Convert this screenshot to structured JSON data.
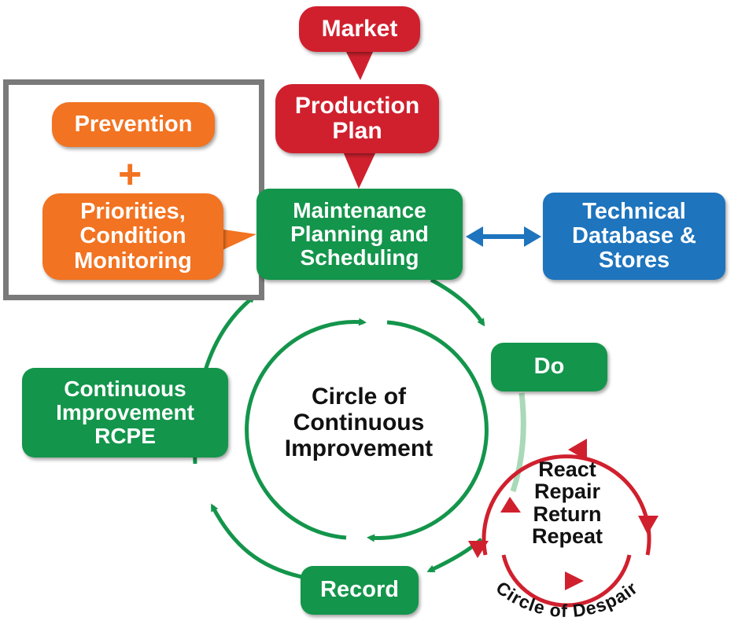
{
  "nodes": {
    "market": "Market",
    "production_plan": [
      "Production",
      "Plan"
    ],
    "prevention": "Prevention",
    "plus": "+",
    "priorities": [
      "Priorities,",
      "Condition",
      "Monitoring"
    ],
    "maintenance": [
      "Maintenance",
      "Planning and",
      "Scheduling"
    ],
    "technical": [
      "Technical",
      "Database &",
      "Stores"
    ],
    "do": "Do",
    "continuous_improvement": [
      "Continuous",
      "Improvement",
      "RCPE"
    ],
    "record": "Record"
  },
  "circles": {
    "continuous": [
      "Circle of",
      "Continuous",
      "Improvement"
    ],
    "despair_center": [
      "React",
      "Repair",
      "Return",
      "Repeat"
    ],
    "despair_label": "Circle of Despair"
  },
  "colors": {
    "red": "#d0202e",
    "green": "#13954b",
    "orange": "#f27321",
    "blue": "#1e74bd",
    "frame": "#7a7a7a"
  }
}
